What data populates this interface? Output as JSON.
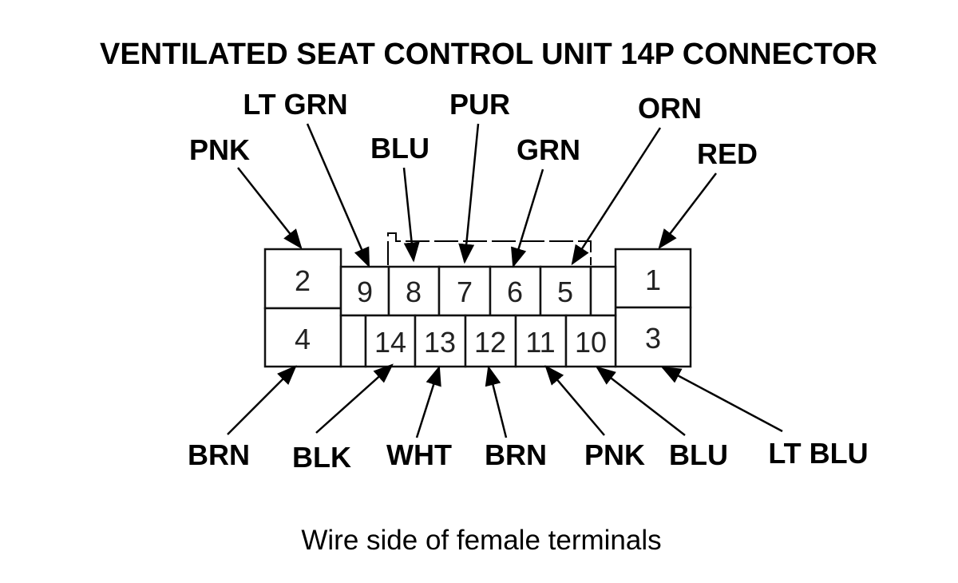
{
  "title": "VENTILATED SEAT CONTROL UNIT 14P CONNECTOR",
  "caption": "Wire side of female terminals",
  "terminals": [
    {
      "pin": "1",
      "wire": "RED"
    },
    {
      "pin": "2",
      "wire": "PNK"
    },
    {
      "pin": "3",
      "wire": "LT BLU"
    },
    {
      "pin": "4",
      "wire": "BRN"
    },
    {
      "pin": "5",
      "wire": "ORN"
    },
    {
      "pin": "6",
      "wire": "GRN"
    },
    {
      "pin": "7",
      "wire": "PUR"
    },
    {
      "pin": "8",
      "wire": "BLU"
    },
    {
      "pin": "9",
      "wire": "LT GRN"
    },
    {
      "pin": "10",
      "wire": "BLU"
    },
    {
      "pin": "11",
      "wire": "PNK"
    },
    {
      "pin": "12",
      "wire": "BRN"
    },
    {
      "pin": "13",
      "wire": "WHT"
    },
    {
      "pin": "14",
      "wire": "BLK"
    }
  ]
}
